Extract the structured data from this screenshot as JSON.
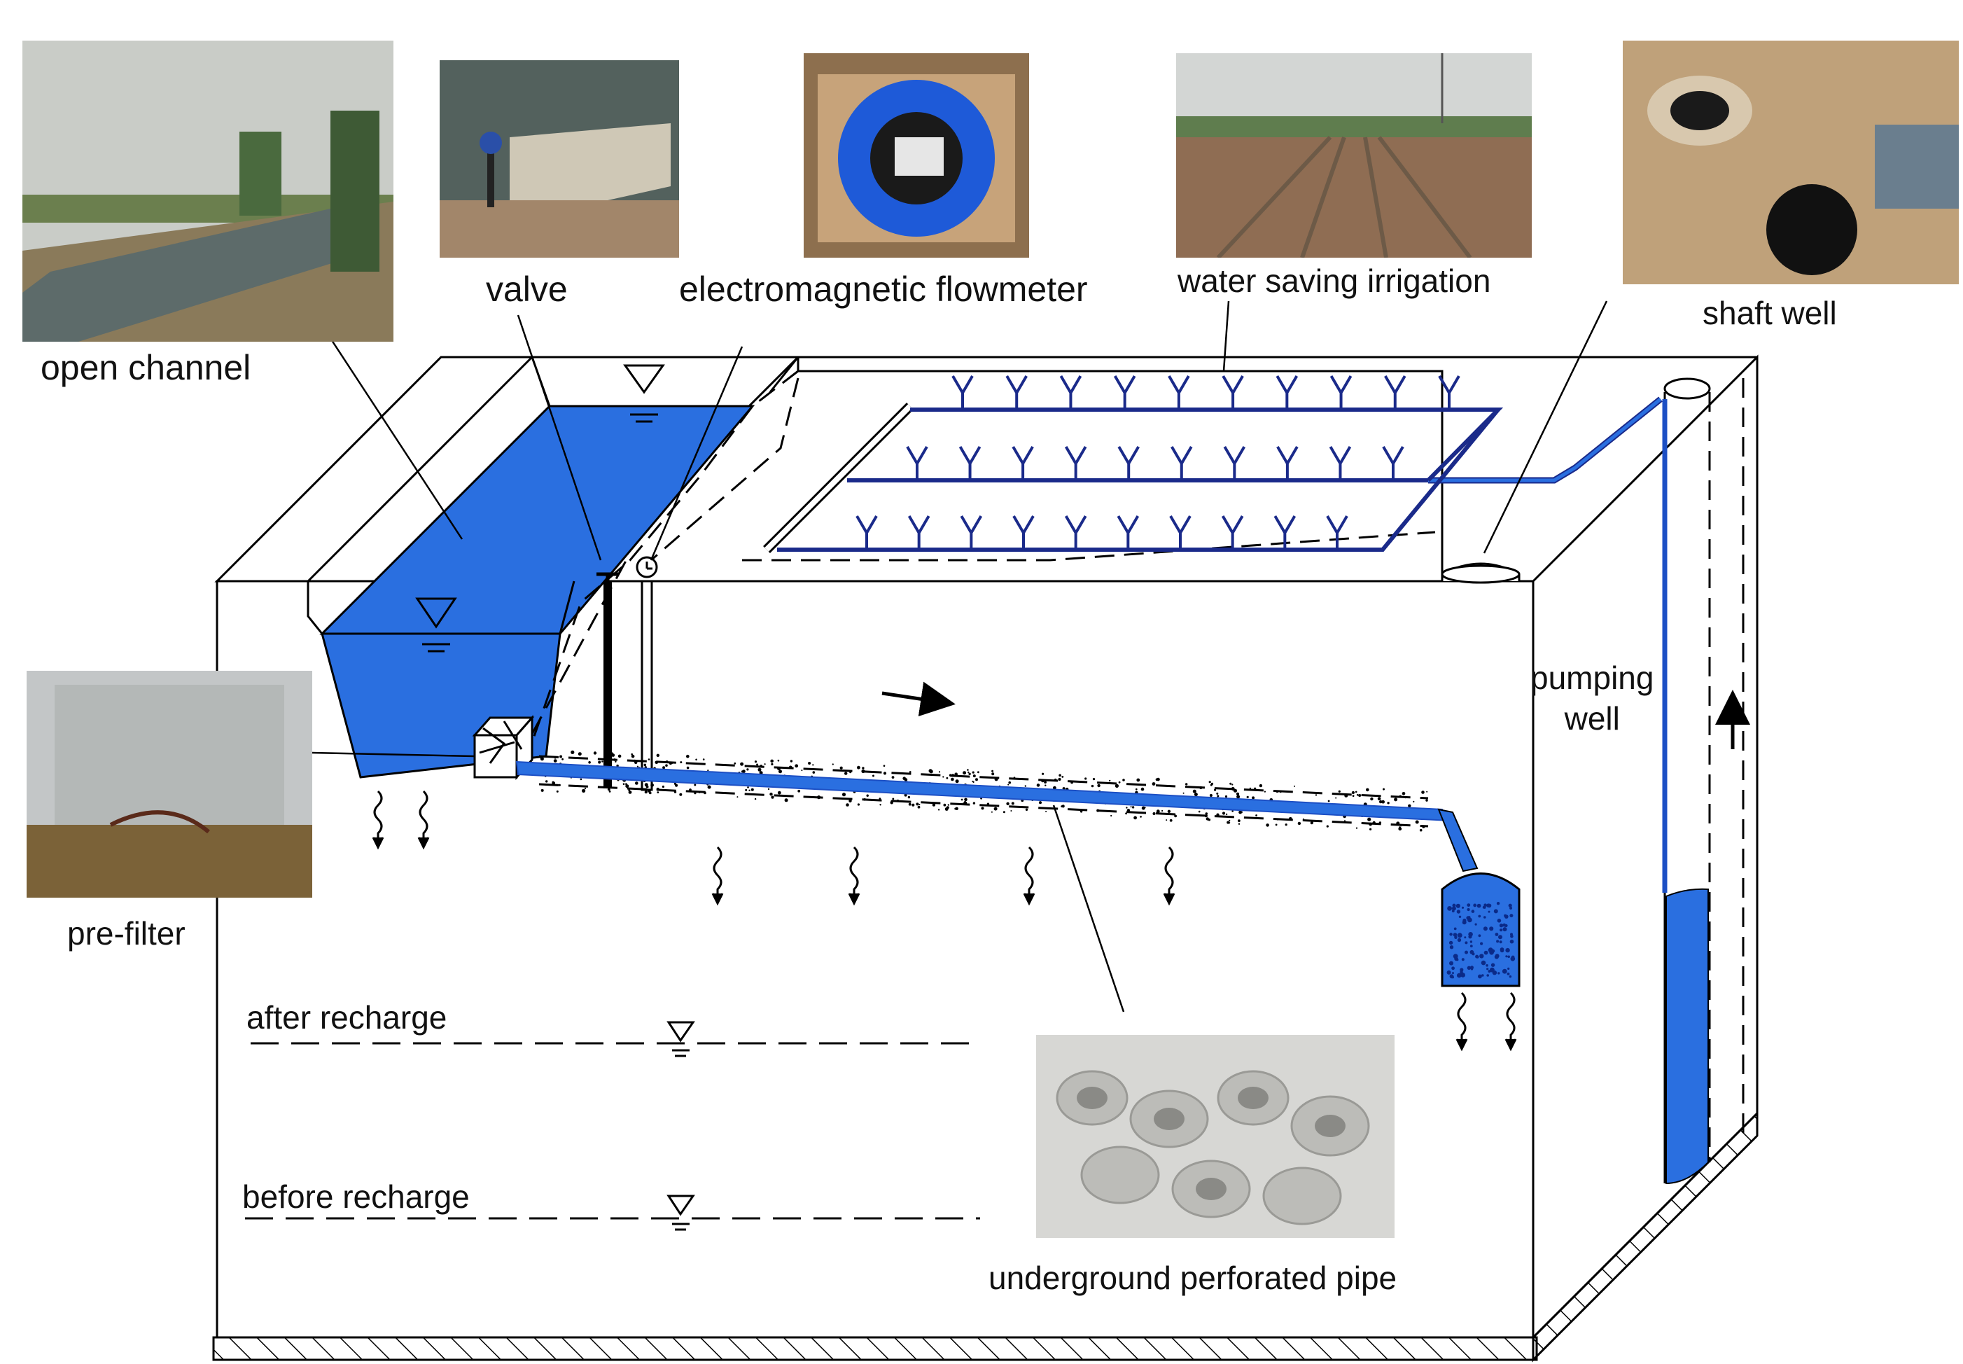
{
  "diagram": {
    "labels": {
      "open_channel": "open channel",
      "valve": "valve",
      "flowmeter": "electromagnetic flowmeter",
      "irrigation": "water saving irrigation",
      "shaft_well": "shaft well",
      "pumping_well": "pumping\nwell",
      "pre_filter": "pre-filter",
      "after_recharge": "after recharge",
      "before_recharge": "before recharge",
      "perforated_pipe": "underground perforated pipe"
    },
    "colors": {
      "water": "#2a6fe0",
      "water_dark": "#1c4fc4",
      "pipe": "#1a2a8a",
      "line": "#000000"
    },
    "icons": [
      "water-level-triangle",
      "flow-arrow",
      "seepage-arrow",
      "sprinkler-y",
      "hatched-ground"
    ]
  }
}
